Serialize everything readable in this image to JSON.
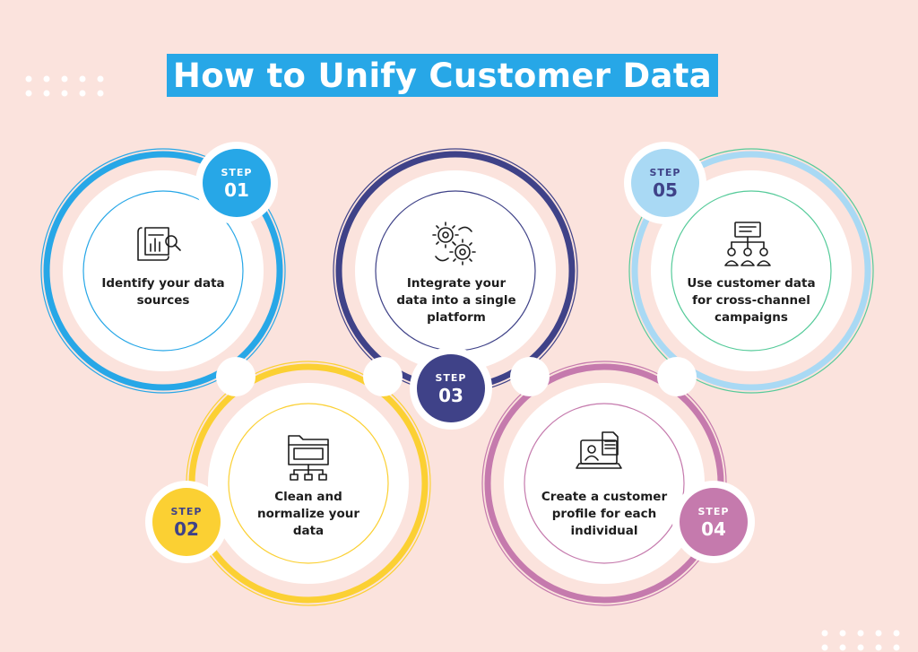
{
  "title": "How to Unify Customer Data",
  "colors": {
    "background": "#fbe3dd",
    "title_bg": "#27a7e7",
    "step1": "#27a7e7",
    "step2": "#fbd033",
    "step3": "#3f4288",
    "step4": "#c57aad",
    "step5": "#a9d9f4",
    "step5_accent": "#56cb9a"
  },
  "steps": [
    {
      "word": "STEP",
      "number": "01",
      "text": "Identify your data sources",
      "icon": "document-search-icon"
    },
    {
      "word": "STEP",
      "number": "02",
      "text": "Clean and normalize your data",
      "icon": "folder-network-icon"
    },
    {
      "word": "STEP",
      "number": "03",
      "text": "Integrate your data into a single platform",
      "icon": "gears-icon"
    },
    {
      "word": "STEP",
      "number": "04",
      "text": "Create a customer profile for each individual",
      "icon": "profile-laptop-icon"
    },
    {
      "word": "STEP",
      "number": "05",
      "text": "Use customer data for cross-channel campaigns",
      "icon": "people-hierarchy-icon"
    }
  ]
}
